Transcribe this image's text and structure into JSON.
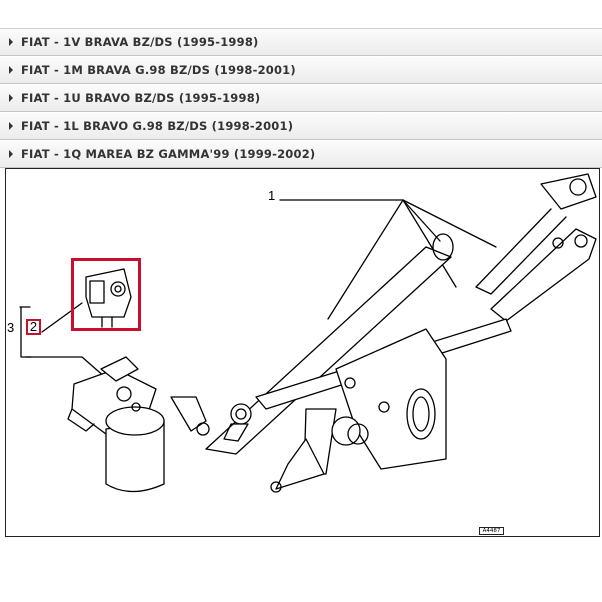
{
  "models": [
    {
      "label": "FIAT - 1V BRAVA BZ/DS (1995-1998)"
    },
    {
      "label": "FIAT - 1M BRAVA G.98 BZ/DS (1998-2001)"
    },
    {
      "label": "FIAT - 1U BRAVO BZ/DS (1995-1998)"
    },
    {
      "label": "FIAT - 1L BRAVO G.98 BZ/DS (1998-2001)"
    },
    {
      "label": "FIAT - 1Q MAREA BZ GAMMA'99 (1999-2002)"
    }
  ],
  "diagram": {
    "callouts": {
      "one": "1",
      "two": "2",
      "three": "3"
    },
    "reference_code": "A4487",
    "highlight_color": "#c8102e"
  }
}
